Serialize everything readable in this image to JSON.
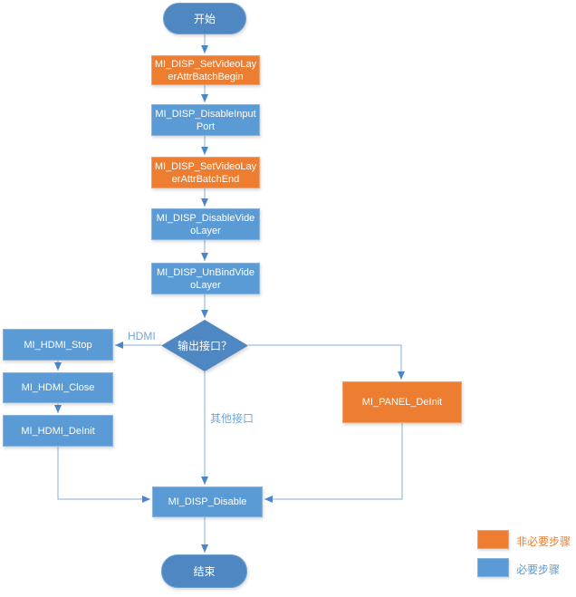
{
  "flowchart": {
    "nodes": {
      "start": "开始",
      "set_videolayer_attr_batch_begin": "MI_DISP_SetVideoLayerAttrBatchBegin",
      "disable_input_port": "MI_DISP_DisableInputPort",
      "set_videolayer_attr_batch_end": "MI_DISP_SetVideoLayerAttrBatchEnd",
      "disable_video_layer": "MI_DISP_DisableVideoLayer",
      "unbind_video_layer": "MI_DISP_UnBindVideoLayer",
      "decision_output_interface": "输出接口？",
      "hdmi_stop": "MI_HDMI_Stop",
      "hdmi_close": "MI_HDMI_Close",
      "hdmi_deinit": "MI_HDMI_DeInit",
      "panel_deinit": "MI_PANEL_DeInit",
      "disp_disable": "MI_DISP_Disable",
      "end": "结束"
    },
    "edge_labels": {
      "hdmi_branch": "HDMI",
      "other_branch": "其他接口"
    },
    "legend": {
      "items": [
        {
          "label": "非必要步骤",
          "color": "#ED7D31"
        },
        {
          "label": "必要步骤",
          "color": "#5B9BD5"
        }
      ]
    },
    "colors": {
      "optional_step_fill": "#ED7D31",
      "required_step_fill": "#5B9BD5",
      "terminal_fill": "#4E87C1",
      "connector_line": "#85ADD9",
      "arrowhead": "#4A86C8",
      "background": "#FFFFFF"
    }
  }
}
